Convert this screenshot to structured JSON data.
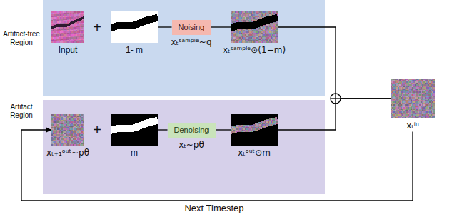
{
  "diagram": {
    "nodes": [
      {
        "text": [
          "Artifact-free Region"
        ]
      },
      {
        "text": [
          "Input"
        ],
        "in": 0
      },
      {
        "text": [
          "1- m"
        ],
        "in": 0
      },
      {
        "text": [
          "Noising"
        ],
        "in": 0
      },
      {
        "text": [
          "xₜˢᵃᵐᵖˡᵉ⊙(1−m)"
        ],
        "in": 0
      },
      {
        "text": [
          "Artifact Region"
        ]
      },
      {
        "text": [
          "xₜ₊₁ᵒᵘᵗ~pθ"
        ],
        "in": 5
      },
      {
        "text": [
          "m"
        ],
        "in": 5
      },
      {
        "text": [
          "Denoising"
        ],
        "in": 5
      },
      {
        "text": [
          "xₜᵒᵘᵗ⊙m"
        ],
        "in": 5
      },
      {
        "text": [
          "xₜⁱⁿ"
        ]
      }
    ],
    "edges": [
      {
        "from": 2,
        "to": 3,
        "arrow": "none"
      },
      {
        "from": 3,
        "to": 4,
        "arrow": "none"
      },
      {
        "from": 7,
        "to": 8,
        "arrow": "none"
      },
      {
        "from": 8,
        "to": 9,
        "arrow": "none"
      },
      {
        "from": 4,
        "to": 10,
        "arrow": "none"
      },
      {
        "from": 9,
        "to": 10,
        "arrow": "none"
      },
      {
        "from": 10,
        "to": 6,
        "arrow": "to",
        "label": "Next Timestep"
      }
    ],
    "labels": [
      "+",
      "xₜˢᵃᵐᵖˡᵉ~q",
      "+",
      "xₜ~pθ"
    ]
  }
}
